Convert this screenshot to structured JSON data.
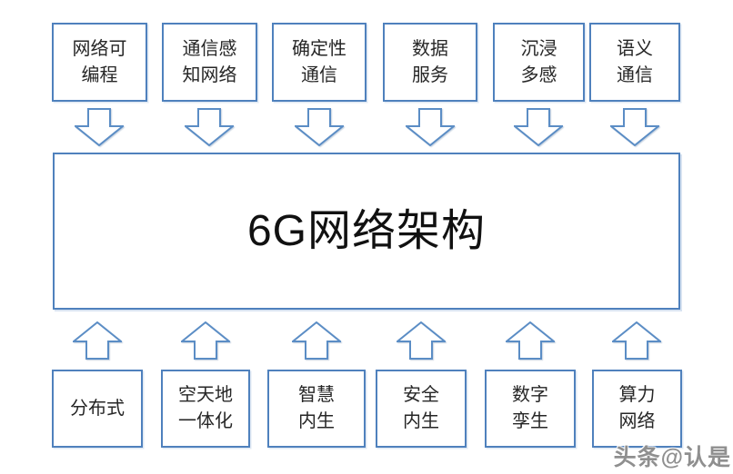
{
  "diagram": {
    "title": "6G网络架构",
    "top_items": [
      {
        "label": "网络可\n编程"
      },
      {
        "label": "通信感\n知网络"
      },
      {
        "label": "确定性\n通信"
      },
      {
        "label": "数据\n服务"
      },
      {
        "label": "沉浸\n多感"
      },
      {
        "label": "语义\n通信"
      }
    ],
    "bottom_items": [
      {
        "label": "分布式"
      },
      {
        "label": "空天地\n一体化"
      },
      {
        "label": "智慧\n内生"
      },
      {
        "label": "安全\n内生"
      },
      {
        "label": "数字\n孪生"
      },
      {
        "label": "算力\n网络"
      }
    ],
    "watermark": "头条@认是"
  },
  "colors": {
    "box-border": "#4f81bd",
    "arrow-stroke": "#5b8dc5",
    "text": "#262626",
    "watermark": "#8f8f8f"
  }
}
